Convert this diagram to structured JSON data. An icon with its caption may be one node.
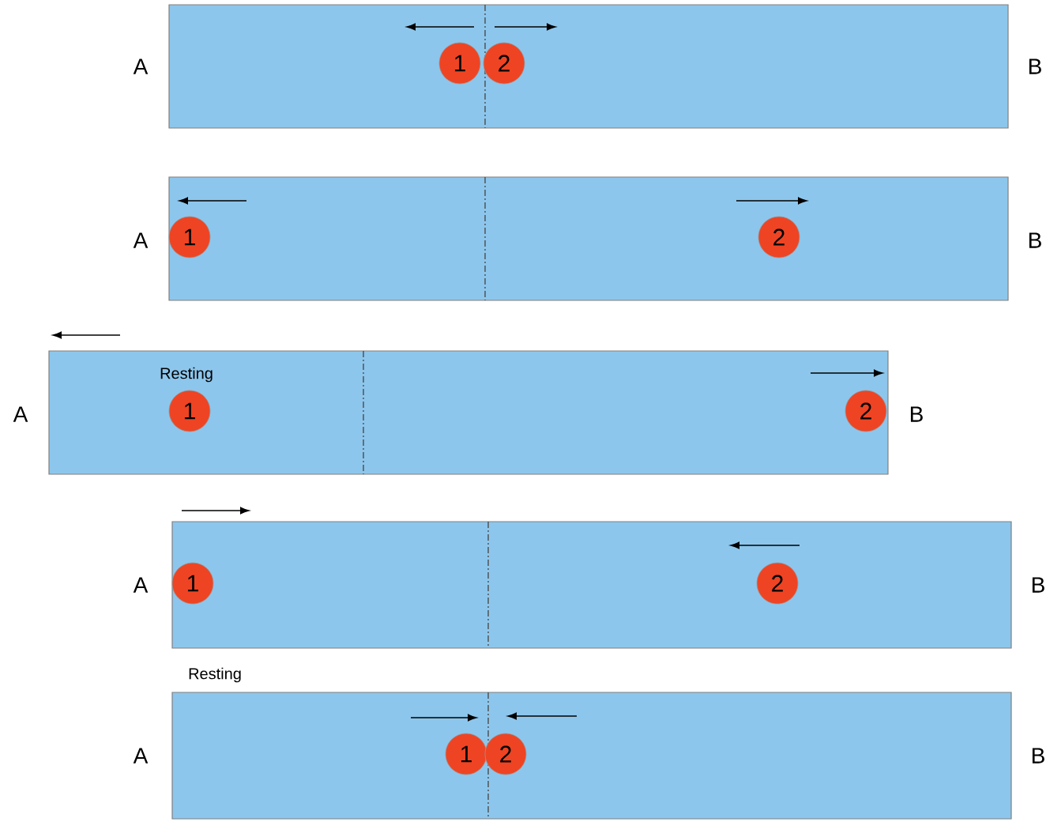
{
  "diagram": {
    "nodes": [
      {
        "text": [],
        "shape": "box"
      },
      {
        "text": [
          "1"
        ],
        "in": 0
      },
      {
        "text": [
          "2"
        ],
        "in": 0
      },
      {
        "text": [],
        "shape": "box"
      },
      {
        "text": [
          "1"
        ],
        "in": 3
      },
      {
        "text": [
          "2"
        ],
        "in": 3
      },
      {
        "text": [],
        "shape": "box"
      },
      {
        "text": [
          "1"
        ],
        "in": 6
      },
      {
        "text": [
          "2"
        ],
        "in": 6
      },
      {
        "text": [],
        "shape": "box"
      },
      {
        "text": [
          "1"
        ],
        "in": 9
      },
      {
        "text": [
          "2"
        ],
        "in": 9
      },
      {
        "text": [],
        "shape": "box"
      },
      {
        "text": [
          "1"
        ],
        "in": 12
      },
      {
        "text": [
          "2"
        ],
        "in": 12
      }
    ],
    "labels": [
      "A",
      "B",
      "A",
      "B",
      "Resting",
      "A",
      "B",
      "A",
      "B",
      "Resting",
      "A",
      "B"
    ]
  }
}
